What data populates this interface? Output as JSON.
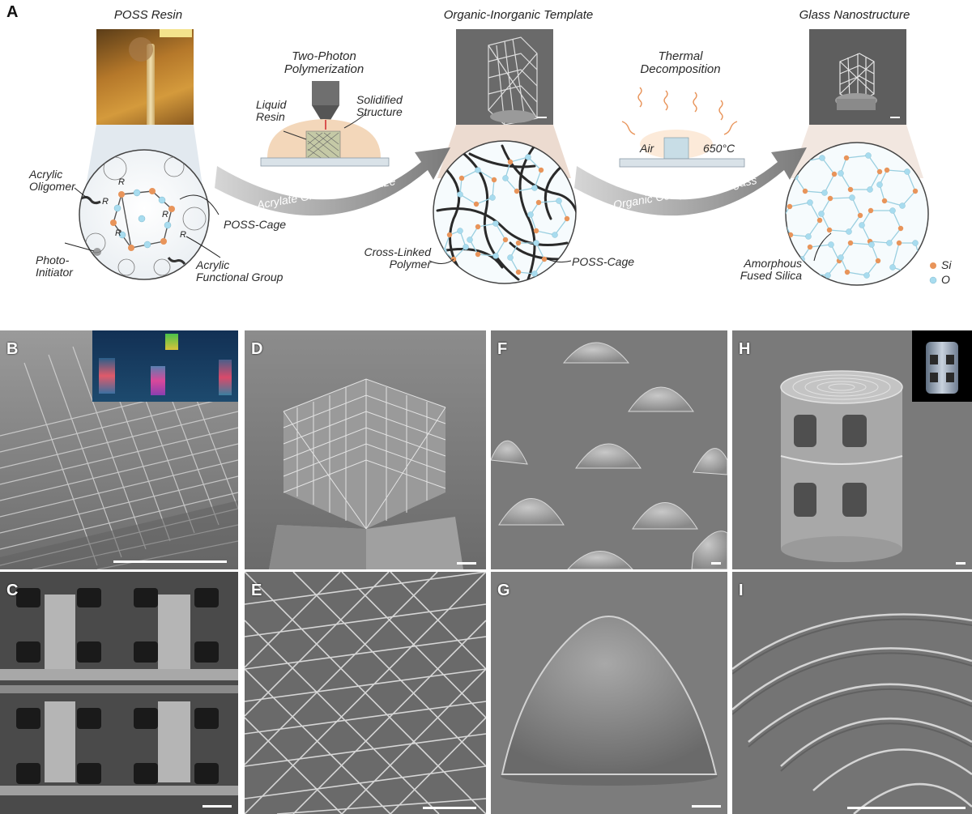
{
  "panel_A": {
    "letter": "A",
    "stage_titles": [
      "POSS Resin",
      "Organic-Inorganic Template",
      "Glass Nanostructure"
    ],
    "process_1": "Two-Photon\nPolymerization",
    "process_2": "Thermal\nDecomposition",
    "arrow_1": "Acrylate Groups Polymerize",
    "arrow_2": "Organic Compounds Degass",
    "labels": {
      "acrylic_oligomer": "Acrylic\nOligomer",
      "photo_initiator": "Photo-\nInitiator",
      "poss_cage_1": "POSS-Cage",
      "acrylic_functional_group": "Acrylic\nFunctional Group",
      "liquid_resin": "Liquid\nResin",
      "solidified_structure": "Solidified\nStructure",
      "cross_linked_polymer": "Cross-Linked\nPolymer",
      "poss_cage_2": "POSS-Cage",
      "air": "Air",
      "temperature": "650°C",
      "amorphous_fused_silica": "Amorphous\nFused Silica",
      "r_group": "R"
    },
    "legend": [
      {
        "label": "Si",
        "color": "#e8945a"
      },
      {
        "label": "O",
        "color": "#a8dcef"
      }
    ]
  },
  "panel_letters": [
    "B",
    "C",
    "D",
    "E",
    "F",
    "G",
    "H",
    "I"
  ],
  "colors": {
    "si": "#e8945a",
    "o": "#a8dcef",
    "arrow": "#8a8a8a",
    "resin": "#f5dcc3",
    "sem_gray": "#7d7d7d"
  }
}
